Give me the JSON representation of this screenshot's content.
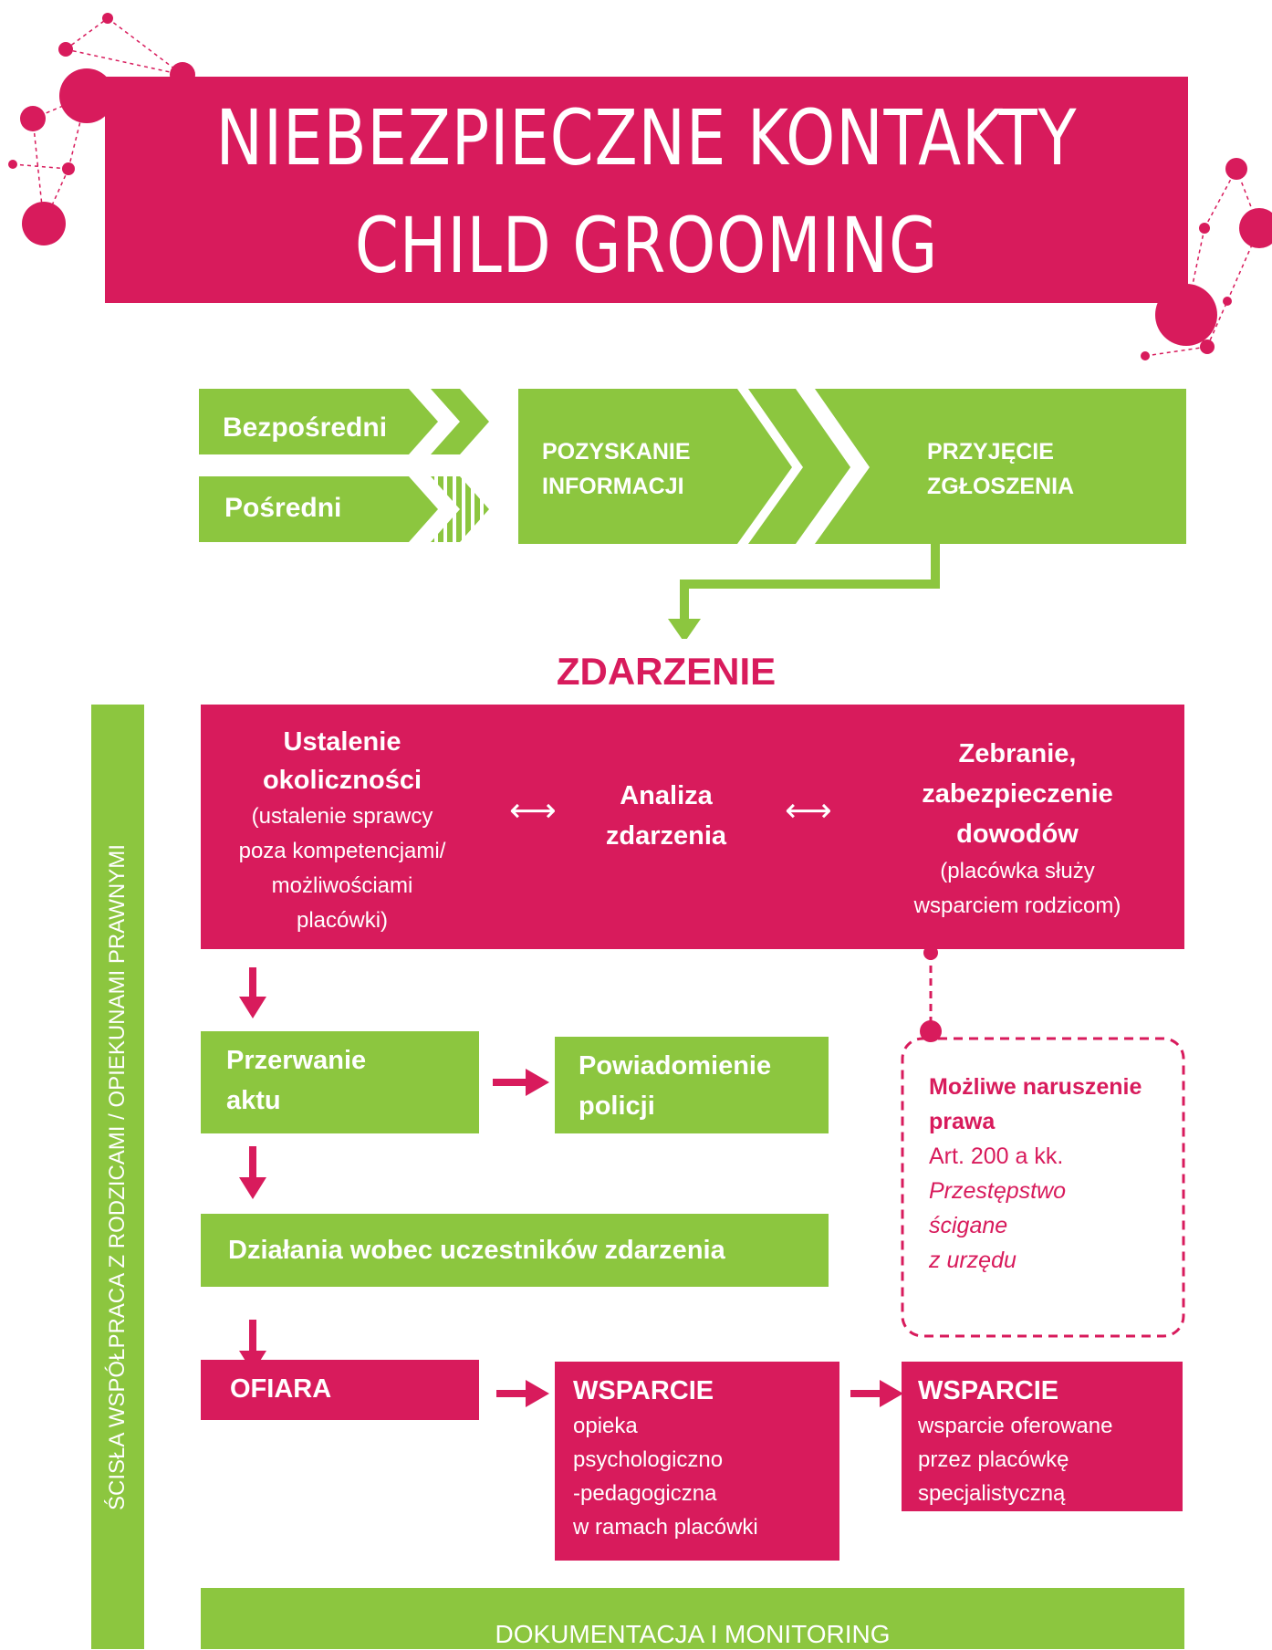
{
  "title": {
    "line1": "NIEBEZPIECZNE KONTAKTY",
    "line2": "CHILD GROOMING"
  },
  "intake": {
    "direct": "Bezpośredni",
    "indirect": "Pośredni",
    "obtaining_line1": "POZYSKANIE",
    "obtaining_line2": "INFORMACJI",
    "receiving_line1": "PRZYJĘCIE",
    "receiving_line2": "ZGŁOSZENIA"
  },
  "event": {
    "heading": "ZDARZENIE",
    "circumstances_title_line1": "Ustalenie",
    "circumstances_title_line2": "okoliczności",
    "circumstances_note_line1": "(ustalenie sprawcy",
    "circumstances_note_line2": "poza kompetencjami/",
    "circumstances_note_line3": "możliwościami",
    "circumstances_note_line4": "placówki)",
    "analysis_line1": "Analiza",
    "analysis_line2": "zdarzenia",
    "evidence_title_line1": "Zebranie,",
    "evidence_title_line2": "zabezpieczenie",
    "evidence_title_line3": "dowodów",
    "evidence_note_line1": "(placówka służy",
    "evidence_note_line2": "wsparciem rodzicom)"
  },
  "steps": {
    "interrupt_line1": "Przerwanie",
    "interrupt_line2": "aktu",
    "police_line1": "Powiadomienie",
    "police_line2": "policji",
    "actions": "Działania wobec uczestników zdarzenia",
    "victim": "OFIARA",
    "support1_title": "WSPARCIE",
    "support1_line1": "opieka",
    "support1_line2": "psychologiczno",
    "support1_line3": "-pedagogiczna",
    "support1_line4": "w ramach placówki",
    "support2_title": "WSPARCIE",
    "support2_line1": "wsparcie oferowane",
    "support2_line2": "przez placówkę",
    "support2_line3": "specjalistyczną",
    "documentation": "DOKUMENTACJA I MONITORING"
  },
  "law": {
    "title_line1": "Możliwe naruszenie",
    "title_line2": "prawa",
    "article": "Art. 200 a kk.",
    "note_line1": "Przestępstwo",
    "note_line2": "ścigane",
    "note_line3": "z urzędu"
  },
  "sidebar": {
    "text": "ŚCISŁA WSPÓŁPRACA Z RODZICAMI / OPIEKUNAMI PRAWNYMI"
  },
  "colors": {
    "pink": "#d81b5c",
    "green": "#8cc63f"
  }
}
